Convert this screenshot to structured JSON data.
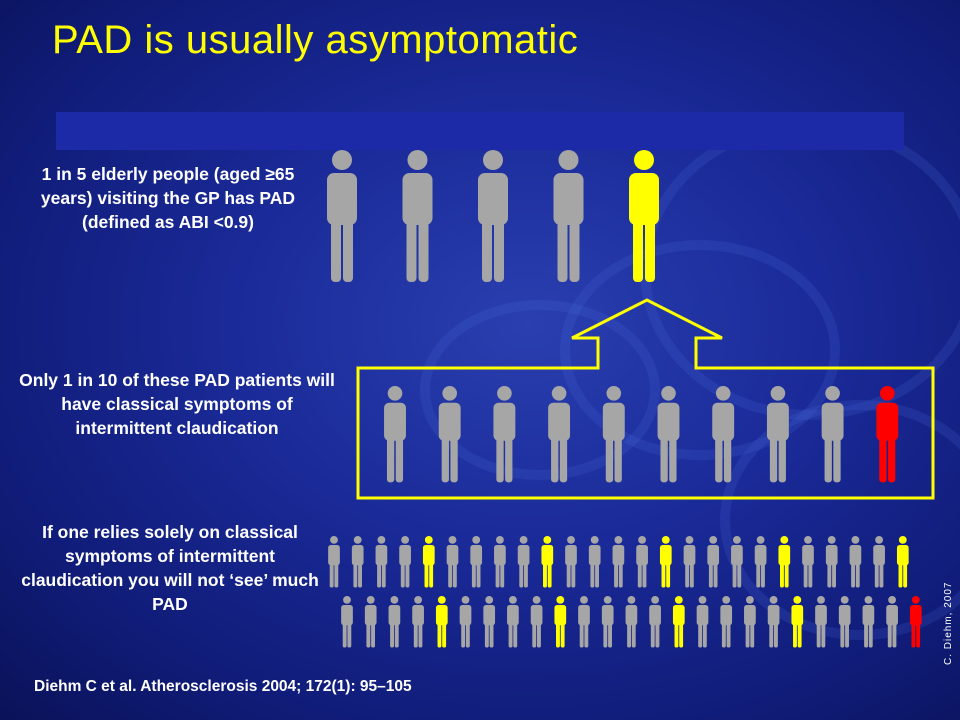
{
  "slide": {
    "title": "PAD is usually asymptomatic",
    "captions": {
      "elderly": "1 in 5 elderly people (aged ≥65 years) visiting the GP has PAD (defined as ABI <0.9)",
      "classical": "Only 1 in 10 of these PAD patients will have classical symptoms of intermittent claudication",
      "relies": "If one relies solely on classical symptoms of intermittent claudication you will not ‘see’ much PAD"
    },
    "citation": "Diehm C et al. Atherosclerosis 2004; 172(1): 95–105",
    "credit": "C. Diehm, 2007"
  },
  "colors": {
    "healthy": "#a6a6a6",
    "pad": "#ffff00",
    "symptomatic": "#ff0000",
    "title": "#ffff00",
    "outline": "#ffff00"
  },
  "icons": {
    "person": "person-icon",
    "arrow": "up-arrow-outline"
  },
  "groups": {
    "elderly": {
      "total": 5,
      "pad_count": 1
    },
    "pad_patients": {
      "total": 10,
      "symptomatic_count": 1
    },
    "population": {
      "total": 50,
      "pad_count": 10,
      "symptomatic_count": 1
    }
  }
}
